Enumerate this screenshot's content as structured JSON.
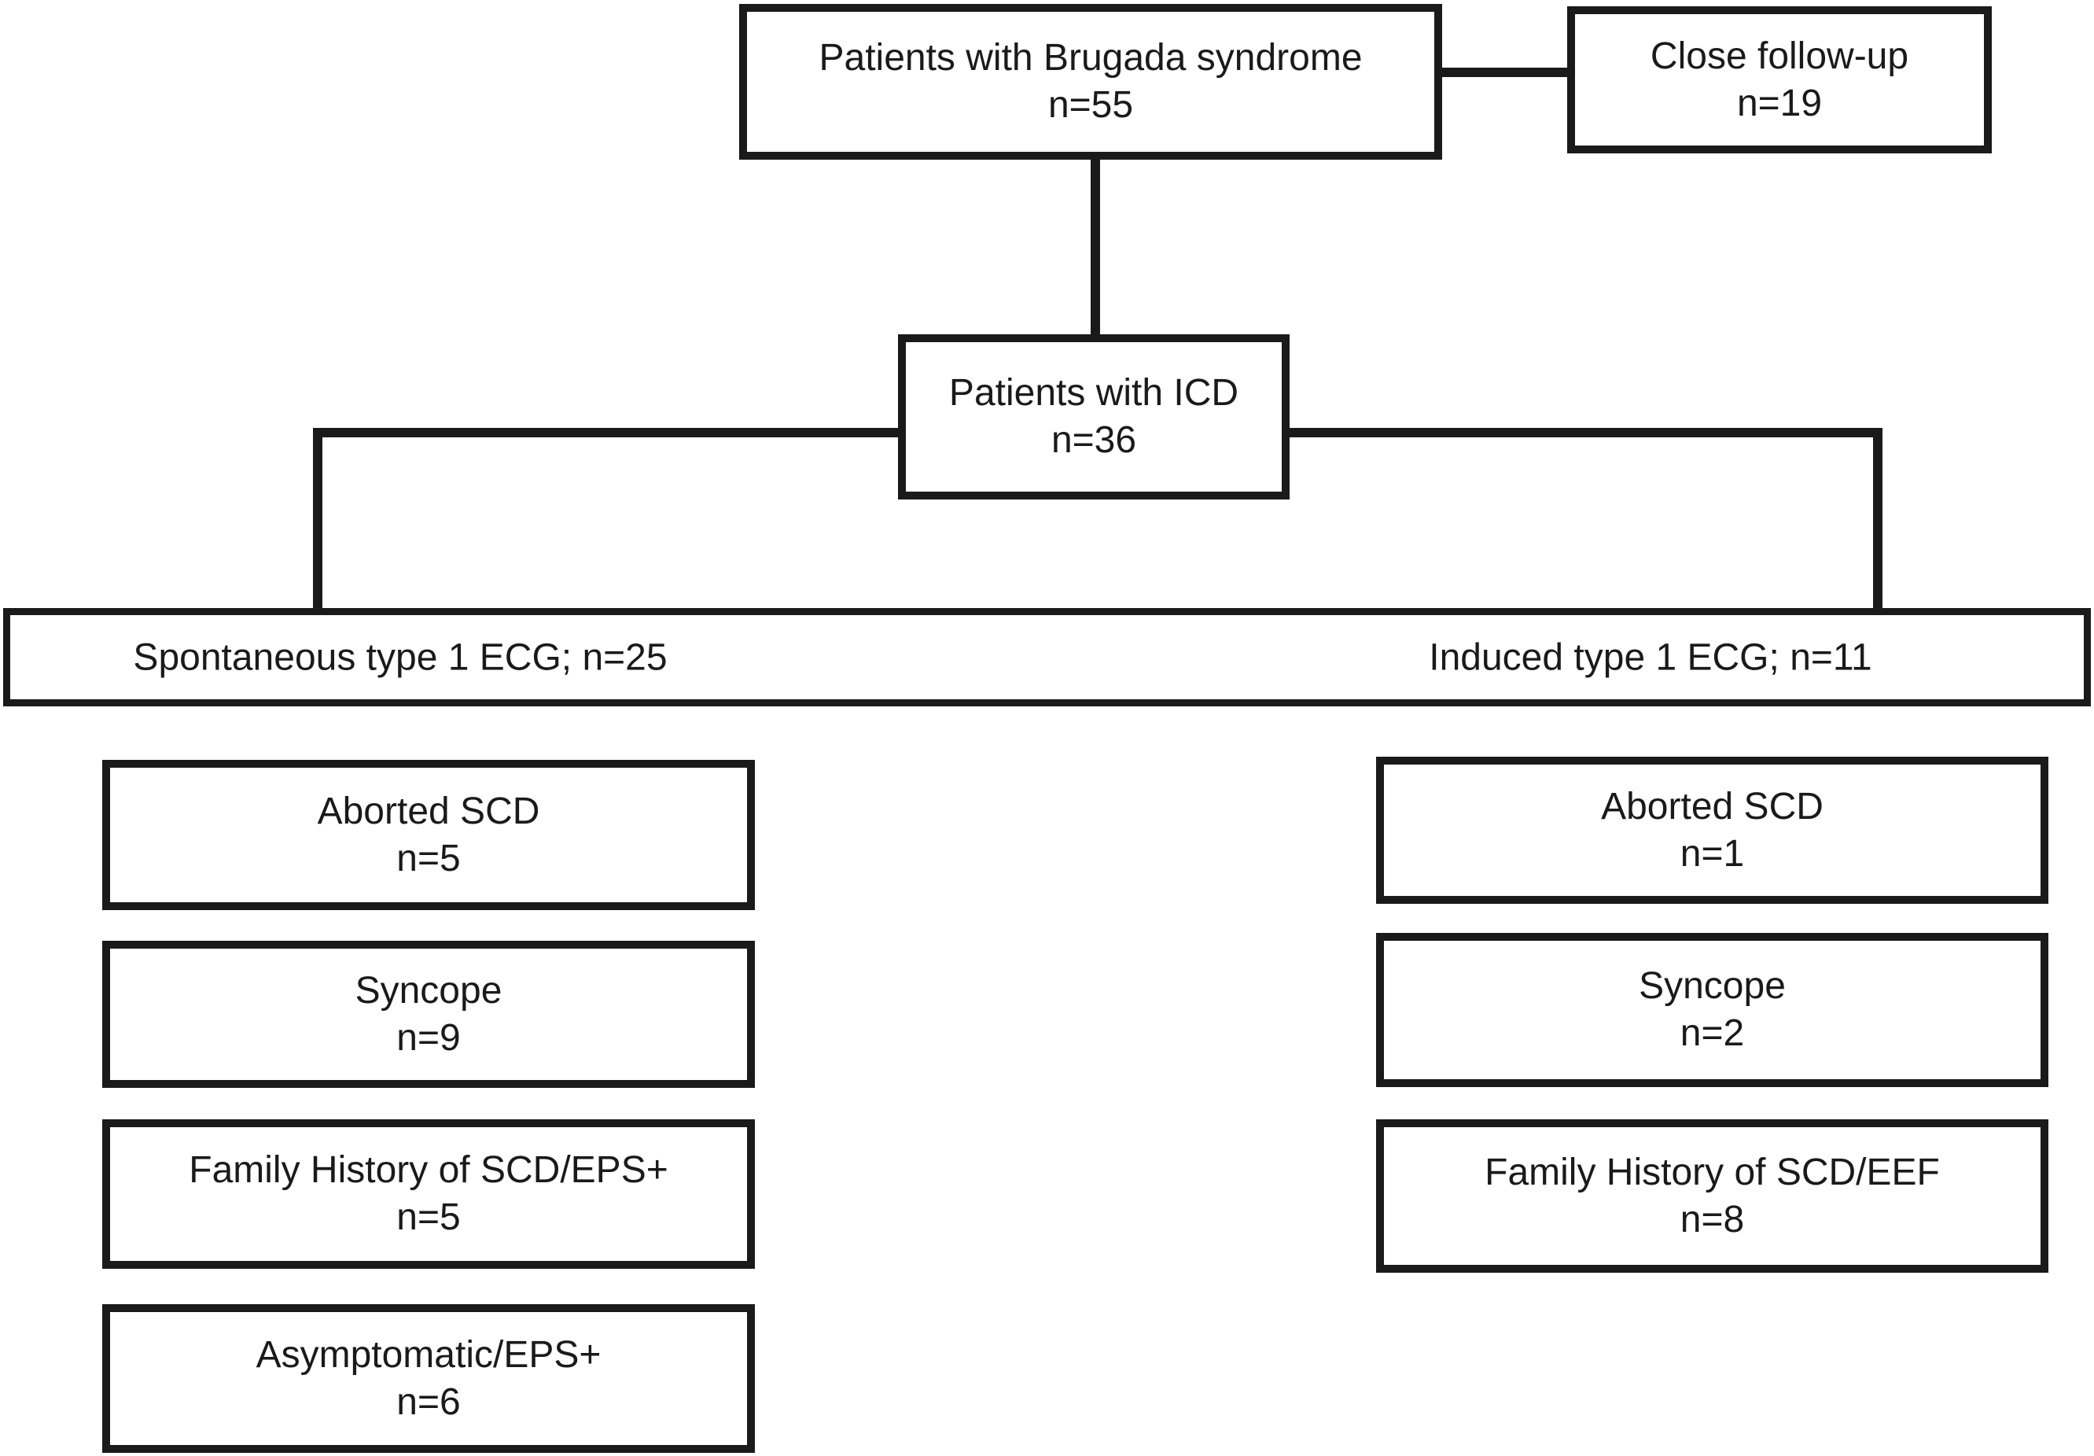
{
  "diagram": {
    "title": "Brugada syndrome patient flowchart",
    "colors": {
      "border": "#1a1a1a",
      "text": "#1a1a1a",
      "background": "#ffffff"
    },
    "nodes": {
      "brugada": {
        "label": "Patients with Brugada syndrome",
        "count": "n=55"
      },
      "follow_up": {
        "label": "Close follow-up",
        "count": "n=19"
      },
      "icd": {
        "label": "Patients with ICD",
        "count": "n=36"
      },
      "spontaneous": {
        "label": "Spontaneous type 1 ECG; n=25"
      },
      "induced": {
        "label": "Induced type 1 ECG; n=11"
      },
      "left_aborted": {
        "label": "Aborted SCD",
        "count": "n=5"
      },
      "left_syncope": {
        "label": "Syncope",
        "count": "n=9"
      },
      "left_family": {
        "label": "Family History of SCD/EPS+",
        "count": "n=5"
      },
      "left_asymptomatic": {
        "label": "Asymptomatic/EPS+",
        "count": "n=6"
      },
      "right_aborted": {
        "label": "Aborted SCD",
        "count": "n=1"
      },
      "right_syncope": {
        "label": "Syncope",
        "count": "n=2"
      },
      "right_family": {
        "label": "Family History of SCD/EEF",
        "count": "n=8"
      }
    }
  }
}
